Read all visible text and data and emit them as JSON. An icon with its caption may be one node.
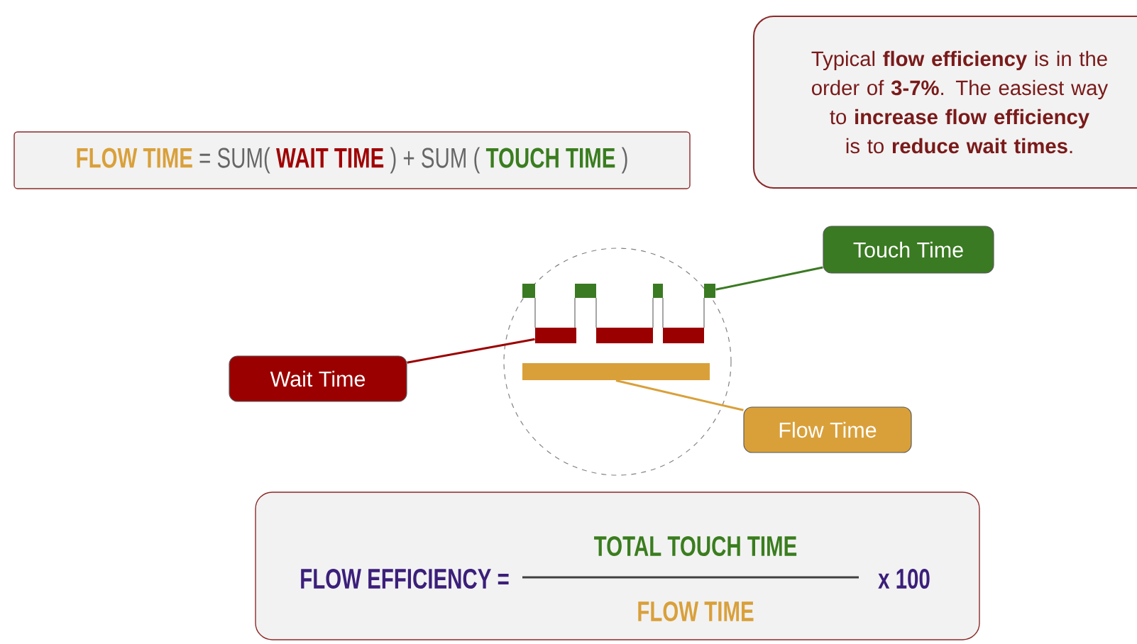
{
  "diagram": {
    "nodes": [
      {
        "text": [
          "FLOW TIME",
          "= SUM(",
          "WAIT TIME",
          ") + SUM (",
          "TOUCH TIME",
          ")"
        ]
      },
      {
        "text": [
          "Typical **flow efficiency** is in the order of **3-7%**. The easiest way to **increase flow efficiency** is to **reduce wait times**."
        ]
      },
      {
        "text": [
          "Touch Time"
        ]
      },
      {
        "text": [],
        "shape": "circle"
      },
      {
        "text": [],
        "shape": "bar",
        "in": 3
      },
      {
        "text": [],
        "shape": "bar",
        "in": 3
      },
      {
        "text": [],
        "shape": "bar",
        "in": 3
      },
      {
        "text": [
          "Wait Time"
        ]
      },
      {
        "text": [
          "Flow Time"
        ]
      },
      {
        "text": [
          "FLOW EFFICIENCY =",
          "TOTAL TOUCH TIME",
          "FLOW TIME",
          "x 100"
        ]
      }
    ],
    "edges": [
      {
        "from": 2,
        "to": 4,
        "arrow": "none",
        "color": "#3a7a22"
      },
      {
        "from": 7,
        "to": 5,
        "arrow": "none",
        "color": "#9b0000"
      },
      {
        "from": 8,
        "to": 6,
        "arrow": "none",
        "color": "#d9a03a"
      }
    ]
  }
}
